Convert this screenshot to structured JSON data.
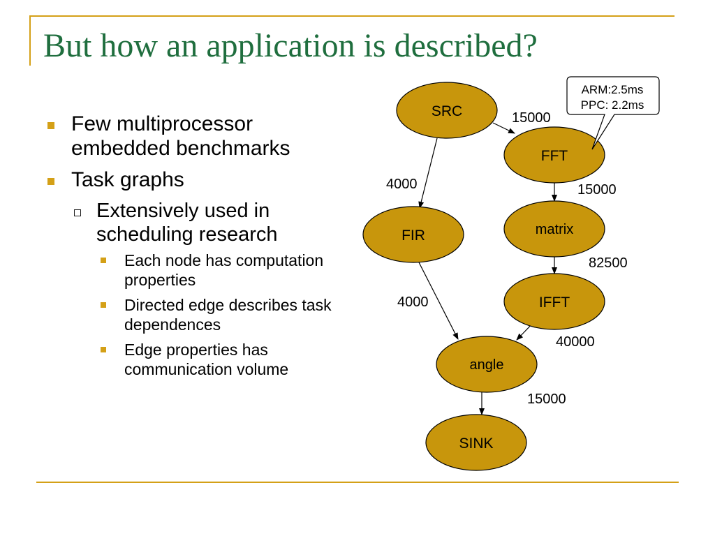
{
  "slide": {
    "title": "But how an application is described?"
  },
  "bullets": [
    {
      "text": "Few multiprocessor embedded benchmarks",
      "level": 1
    },
    {
      "text": "Task graphs",
      "level": 1
    },
    {
      "text": "Extensively used in scheduling research",
      "level": 2
    },
    {
      "text": "Each node has computation properties",
      "level": 3
    },
    {
      "text": "Directed edge describes task dependences",
      "level": 3
    },
    {
      "text": "Edge properties has communication volume",
      "level": 3
    }
  ],
  "graph": {
    "node_fill": "#c8960c",
    "nodes": [
      {
        "id": "src",
        "label": "SRC"
      },
      {
        "id": "fft",
        "label": "FFT"
      },
      {
        "id": "fir",
        "label": "FIR"
      },
      {
        "id": "matrix",
        "label": "matrix"
      },
      {
        "id": "ifft",
        "label": "IFFT"
      },
      {
        "id": "angle",
        "label": "angle"
      },
      {
        "id": "sink",
        "label": "SINK"
      }
    ],
    "edges": [
      {
        "from": "src",
        "to": "fft",
        "label": "15000"
      },
      {
        "from": "src",
        "to": "fir",
        "label": "4000"
      },
      {
        "from": "fft",
        "to": "matrix",
        "label": "15000"
      },
      {
        "from": "matrix",
        "to": "ifft",
        "label": "82500"
      },
      {
        "from": "fir",
        "to": "angle",
        "label": "4000"
      },
      {
        "from": "ifft",
        "to": "angle",
        "label": "40000"
      },
      {
        "from": "angle",
        "to": "sink",
        "label": "15000"
      }
    ],
    "callout": {
      "lines": [
        "ARM:2.5ms",
        "PPC: 2.2ms"
      ]
    }
  }
}
